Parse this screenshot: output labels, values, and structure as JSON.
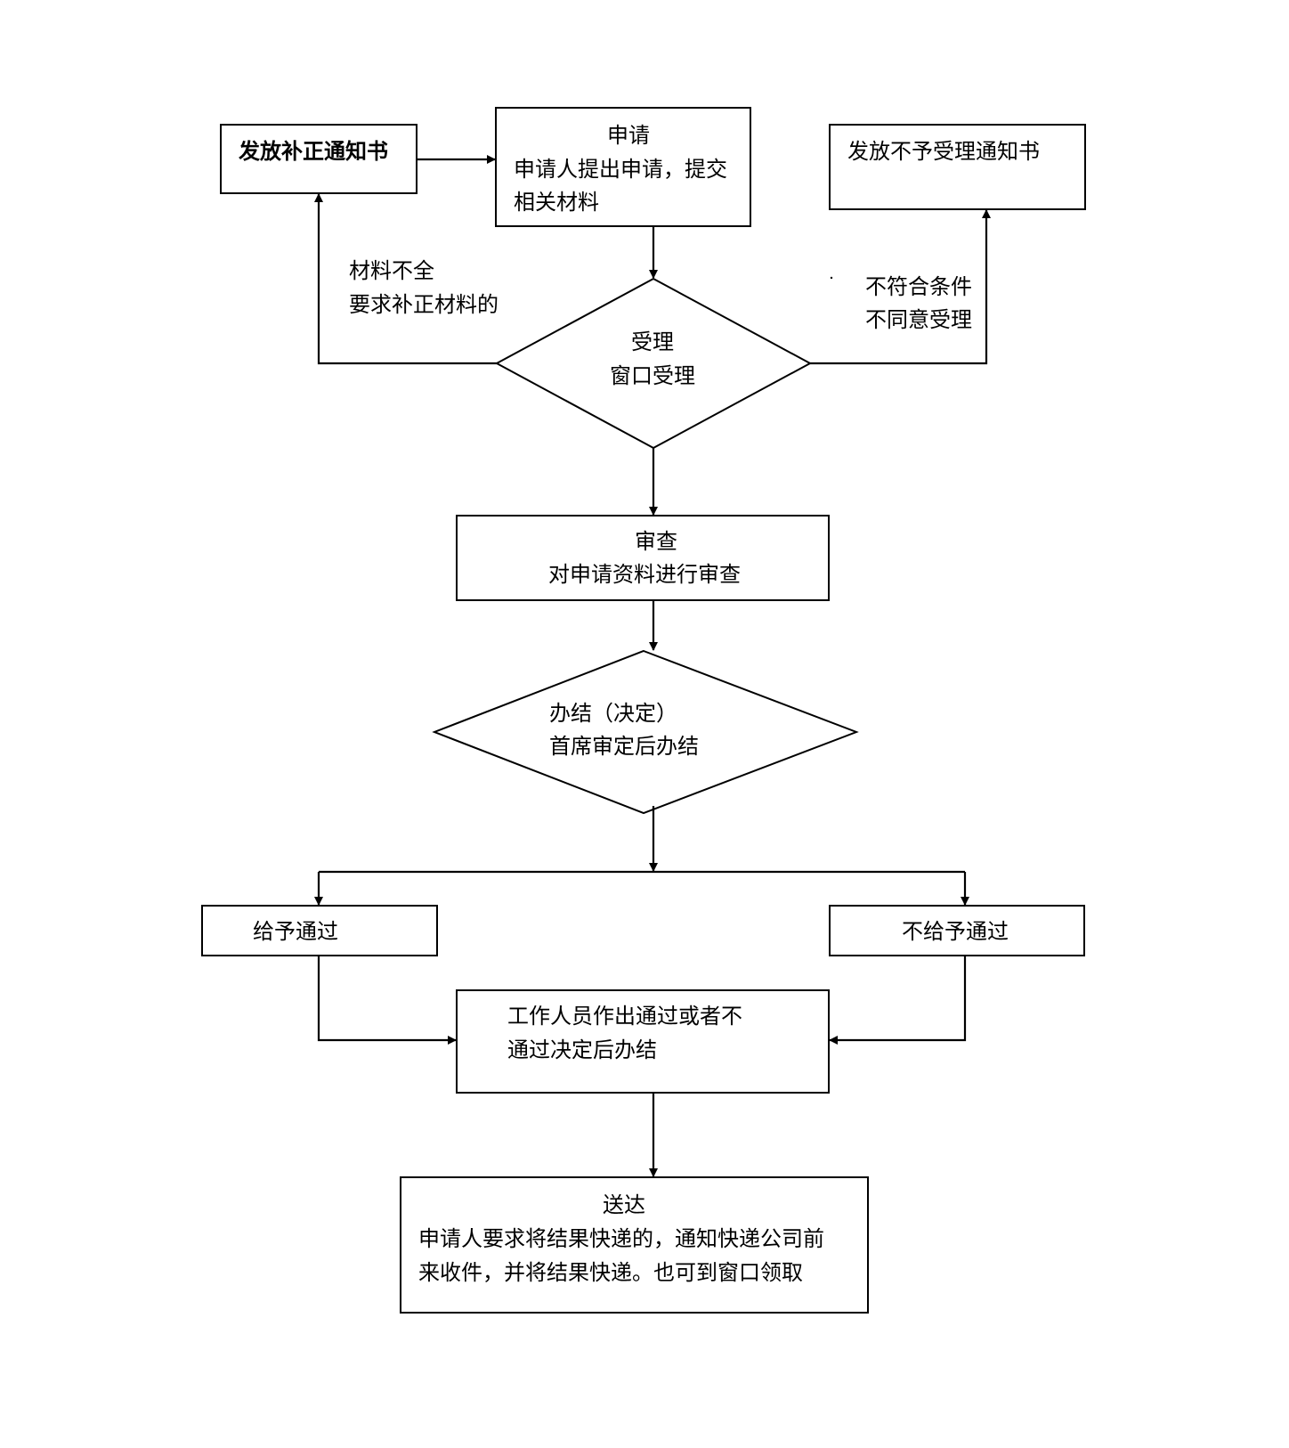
{
  "diagram": {
    "type": "flowchart",
    "nodes": {
      "supplement_notice": {
        "shape": "rect",
        "lines": [
          "发放补正通知书"
        ]
      },
      "apply": {
        "shape": "rect",
        "lines": [
          "申请",
          "申请人提出申请，提交",
          "相关材料"
        ]
      },
      "reject_notice": {
        "shape": "rect",
        "lines": [
          "发放不予受理通知书"
        ]
      },
      "accept": {
        "shape": "diamond",
        "lines": [
          "受理",
          "窗口受理"
        ]
      },
      "review": {
        "shape": "rect",
        "lines": [
          "审查",
          "对申请资料进行审查"
        ]
      },
      "decide": {
        "shape": "diamond",
        "lines": [
          "办结（决定）",
          "首席审定后办结"
        ]
      },
      "approve": {
        "shape": "rect",
        "lines": [
          "给予通过"
        ]
      },
      "deny": {
        "shape": "rect",
        "lines": [
          "不给予通过"
        ]
      },
      "conclude": {
        "shape": "rect",
        "lines": [
          "工作人员作出通过或者不",
          "通过决定后办结"
        ]
      },
      "deliver": {
        "shape": "rect",
        "lines": [
          "送达",
          "申请人要求将结果快递的，通知快递公司前",
          "来收件，并将结果快递。也可到窗口领取"
        ]
      }
    },
    "edge_labels": {
      "incomplete": [
        "材料不全",
        "要求补正材料的"
      ],
      "not_eligible": [
        "不符合条件",
        "不同意受理"
      ]
    },
    "edges": [
      {
        "from": "supplement_notice",
        "to": "apply"
      },
      {
        "from": "apply",
        "to": "accept"
      },
      {
        "from": "accept",
        "to": "supplement_notice",
        "label": "incomplete"
      },
      {
        "from": "accept",
        "to": "reject_notice",
        "label": "not_eligible"
      },
      {
        "from": "accept",
        "to": "review"
      },
      {
        "from": "review",
        "to": "decide"
      },
      {
        "from": "decide",
        "to": "approve"
      },
      {
        "from": "decide",
        "to": "deny"
      },
      {
        "from": "approve",
        "to": "conclude"
      },
      {
        "from": "deny",
        "to": "conclude"
      },
      {
        "from": "conclude",
        "to": "deliver"
      }
    ]
  }
}
